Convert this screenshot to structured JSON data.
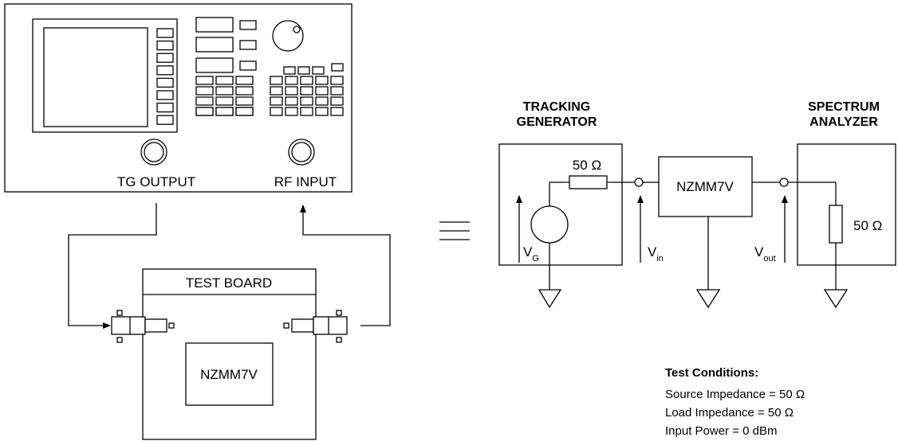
{
  "instrument": {
    "tg_output_label": "TG OUTPUT",
    "rf_input_label": "RF INPUT"
  },
  "test_board": {
    "title": "TEST BOARD",
    "device_label": "NZMM7V"
  },
  "equivalence_symbol": "≡",
  "schematic": {
    "tracking_generator_line1": "TRACKING",
    "tracking_generator_line2": "GENERATOR",
    "spectrum_analyzer_line1": "SPECTRUM",
    "spectrum_analyzer_line2": "ANALYZER",
    "source_resistor": "50 Ω",
    "load_resistor": "50 Ω",
    "device_label": "NZMM7V",
    "vg": {
      "main": "V",
      "sub": "G"
    },
    "vin": {
      "main": "V",
      "sub": "in"
    },
    "vout": {
      "main": "V",
      "sub": "out"
    }
  },
  "test_conditions": {
    "title": "Test Conditions:",
    "lines": [
      "Source Impedance = 50 Ω",
      "Load Impedance = 50 Ω",
      "Input Power = 0 dBm"
    ]
  }
}
